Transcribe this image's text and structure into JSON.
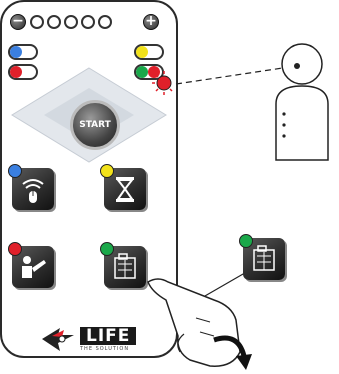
{
  "remote": {
    "start_label": "START",
    "minus_label": "−",
    "plus_label": "+",
    "level_dot_count": 5
  },
  "logo": {
    "text": "LIFE",
    "subtext": "THE SOLUTION"
  },
  "colors": {
    "blue": "#3a7fe0",
    "red": "#e0202a",
    "yellow": "#f2e21a",
    "green": "#1aa84a",
    "button_dark": "#2e2e2e",
    "diamond": "#dfe4ea"
  },
  "buttons": [
    {
      "id": "wifi-mouse",
      "icon": "wireless-mouse-icon",
      "indicator": "blue"
    },
    {
      "id": "hourglass",
      "icon": "hourglass-icon",
      "indicator": "yellow"
    },
    {
      "id": "person-desk",
      "icon": "person-at-desk-icon",
      "indicator": "red"
    },
    {
      "id": "building",
      "icon": "building-icon",
      "indicator": "green"
    },
    {
      "id": "building-external",
      "icon": "building-icon",
      "indicator": "green"
    }
  ]
}
